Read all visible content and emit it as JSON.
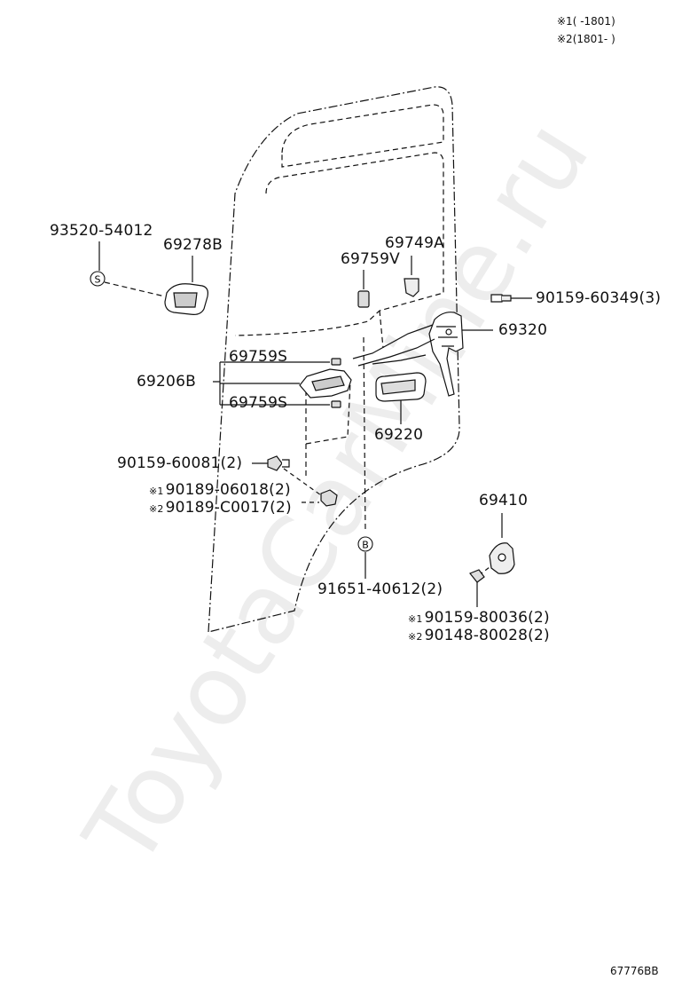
{
  "legend": {
    "line1": {
      "mark": "※1",
      "range": "(      -1801)"
    },
    "line2": {
      "mark": "※2",
      "range": "(1801-      )"
    }
  },
  "parts": {
    "p93520": "93520-54012",
    "p69278B": "69278B",
    "p69749A": "69749A",
    "p69759V": "69759V",
    "p90159_60349": "90159-60349(3)",
    "p69320": "69320",
    "p69759S_a": "69759S",
    "p69206B": "69206B",
    "p69759S_b": "69759S",
    "p69220": "69220",
    "p90159_60081": "90159-60081(2)",
    "p90189_06018": {
      "mark": "※1",
      "text": "90189-06018(2)"
    },
    "p90189_C0017": {
      "mark": "※2",
      "text": "90189-C0017(2)"
    },
    "p69410": "69410",
    "p91651": "91651-40612(2)",
    "p90159_80036": {
      "mark": "※1",
      "text": "90159-80036(2)"
    },
    "p90148_80028": {
      "mark": "※2",
      "text": "90148-80028(2)"
    }
  },
  "symbols": {
    "s_circle": "S",
    "b_circle": "B"
  },
  "diagram_id": "67776BB",
  "watermark": "ToyotaCarMine.ru"
}
